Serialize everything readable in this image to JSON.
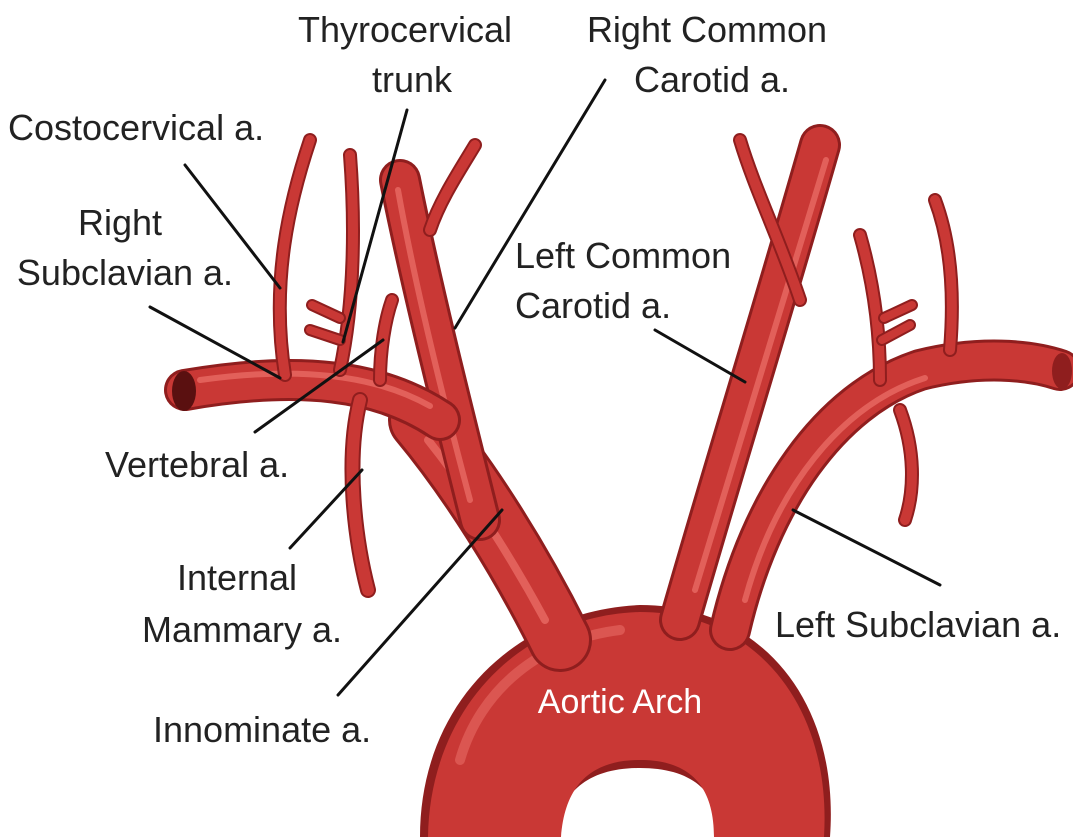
{
  "colors": {
    "vessel": "#c93835",
    "vessel_dark": "#8f1e1e",
    "vessel_highlight": "#e86a64",
    "label_text": "#222222",
    "leader_line": "#111111",
    "arch_label": "#ffffff"
  },
  "labels": {
    "thyrocervical": [
      "Thyrocervical",
      "trunk"
    ],
    "right_common_carotid": [
      "Right Common",
      "Carotid a."
    ],
    "costocervical": [
      "Costocervical a."
    ],
    "right_subclavian": [
      "Right",
      "Subclavian a."
    ],
    "left_common_carotid": [
      "Left Common",
      "Carotid a."
    ],
    "vertebral": [
      "Vertebral a."
    ],
    "internal_mammary": [
      "Internal",
      "Mammary a."
    ],
    "left_subclavian": [
      "Left Subclavian a."
    ],
    "innominate": [
      "Innominate a."
    ],
    "aortic_arch": [
      "Aortic Arch"
    ]
  }
}
